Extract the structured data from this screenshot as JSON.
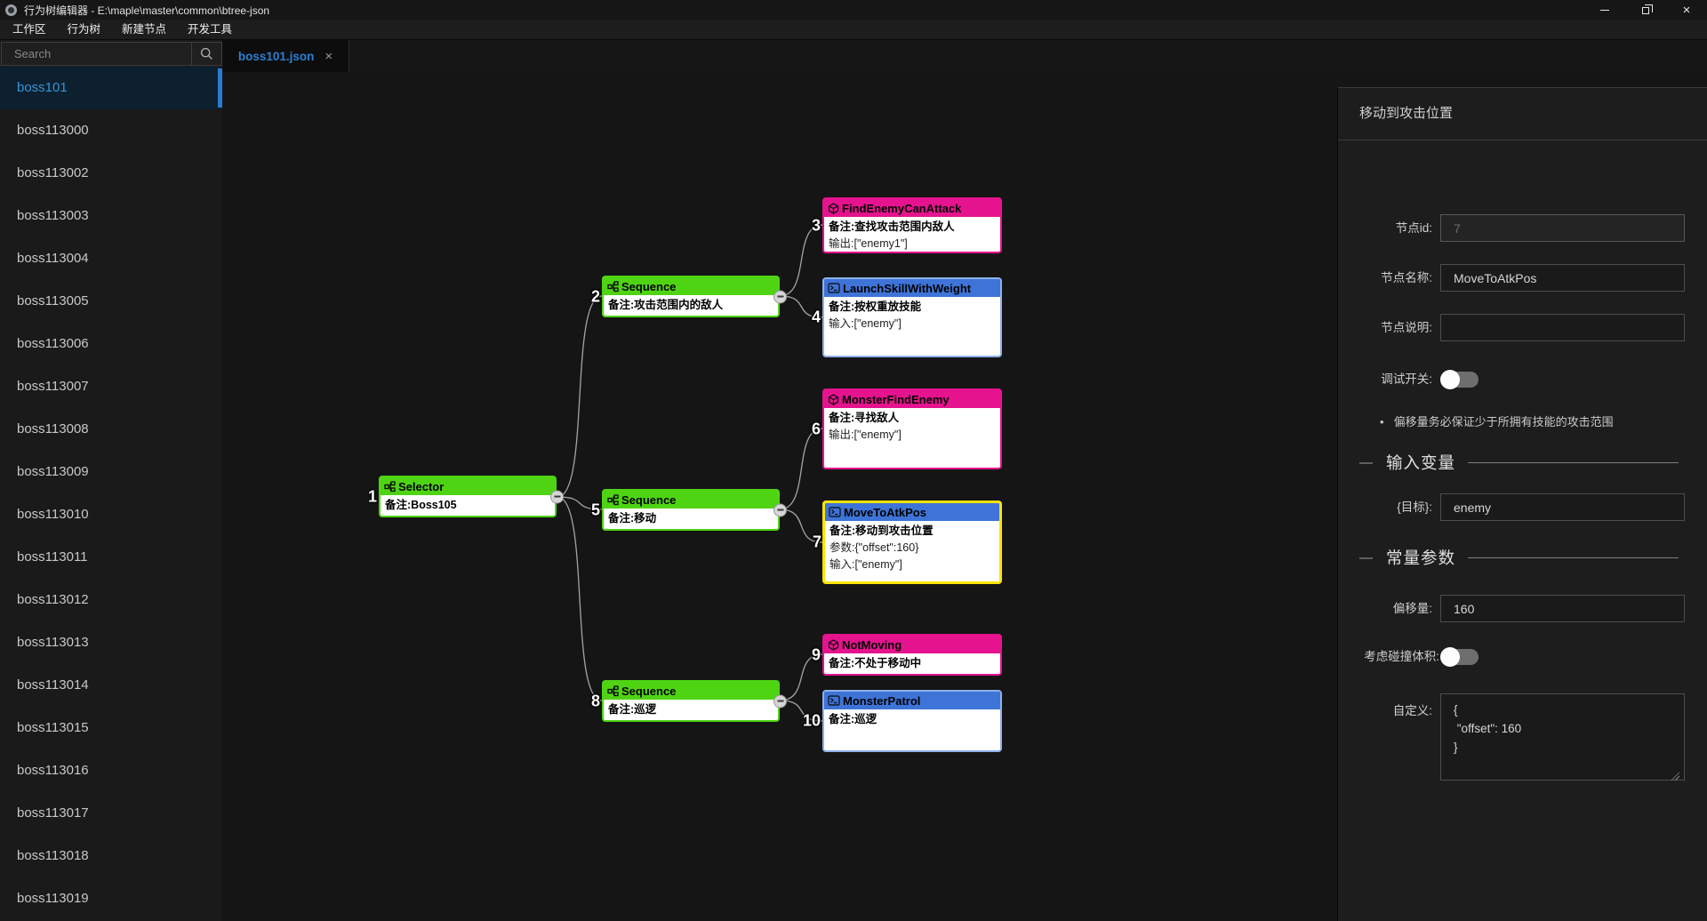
{
  "window": {
    "title": "行为树编辑器 - E:\\maple\\master\\common\\btree-json",
    "close_glyph": "×"
  },
  "menu": {
    "items": [
      "工作区",
      "行为树",
      "新建节点",
      "开发工具"
    ]
  },
  "sidebar": {
    "search_placeholder": "Search",
    "items": [
      "boss101",
      "boss113000",
      "boss113002",
      "boss113003",
      "boss113004",
      "boss113005",
      "boss113006",
      "boss113007",
      "boss113008",
      "boss113009",
      "boss113010",
      "boss113011",
      "boss113012",
      "boss113013",
      "boss113014",
      "boss113015",
      "boss113016",
      "boss113017",
      "boss113018",
      "boss113019"
    ],
    "selected_item": "boss101"
  },
  "tabs": [
    {
      "label": "boss101.json",
      "close": "×"
    }
  ],
  "tree": {
    "colors": {
      "composite": "#4fd414",
      "condition": "#e5138e",
      "action": "#3e74d8",
      "selected_border": "#ffe400"
    },
    "nodes": [
      {
        "num": "1",
        "kind": "composite",
        "title": "Selector",
        "lines": [
          "备注:Boss105"
        ]
      },
      {
        "num": "2",
        "kind": "composite",
        "title": "Sequence",
        "lines": [
          "备注:攻击范围内的敌人"
        ]
      },
      {
        "num": "3",
        "kind": "condition",
        "title": "FindEnemyCanAttack",
        "lines": [
          "备注:查找攻击范围内敌人",
          "输出:[\"enemy1\"]"
        ]
      },
      {
        "num": "4",
        "kind": "action",
        "title": "LaunchSkillWithWeight",
        "lines": [
          "备注:按权重放技能",
          "输入:[\"enemy\"]"
        ]
      },
      {
        "num": "5",
        "kind": "composite",
        "title": "Sequence",
        "lines": [
          "备注:移动"
        ]
      },
      {
        "num": "6",
        "kind": "condition",
        "title": "MonsterFindEnemy",
        "lines": [
          "备注:寻找敌人",
          "输出:[\"enemy\"]"
        ]
      },
      {
        "num": "7",
        "kind": "action",
        "title": "MoveToAtkPos",
        "lines": [
          "备注:移动到攻击位置",
          "参数:{\"offset\":160}",
          "输入:[\"enemy\"]"
        ],
        "selected": true
      },
      {
        "num": "8",
        "kind": "composite",
        "title": "Sequence",
        "lines": [
          "备注:巡逻"
        ]
      },
      {
        "num": "9",
        "kind": "condition",
        "title": "NotMoving",
        "lines": [
          "备注:不处于移动中"
        ]
      },
      {
        "num": "10",
        "kind": "action",
        "title": "MonsterPatrol",
        "lines": [
          "备注:巡逻"
        ]
      }
    ],
    "edges": [
      "1→2",
      "1→5",
      "1→8",
      "2→3",
      "2→4",
      "5→6",
      "5→7",
      "8→9",
      "8→10"
    ]
  },
  "panel": {
    "title": "移动到攻击位置",
    "node_id": {
      "label": "节点id:",
      "value": "7"
    },
    "node_name": {
      "label": "节点名称:",
      "value": "MoveToAtkPos"
    },
    "node_desc": {
      "label": "节点说明:",
      "value": ""
    },
    "debug": {
      "label": "调试开关:",
      "state": "off"
    },
    "note": "偏移量务必保证少于所拥有技能的攻击范围",
    "sections": {
      "input_vars": "输入变量",
      "const_params": "常量参数"
    },
    "target": {
      "label": "{目标}:",
      "value": "enemy"
    },
    "offset": {
      "label": "偏移量:",
      "value": "160"
    },
    "collision": {
      "label": "考虑碰撞体积:",
      "state": "off"
    },
    "custom": {
      "label": "自定义:",
      "value": "{\n \"offset\": 160\n}"
    }
  }
}
